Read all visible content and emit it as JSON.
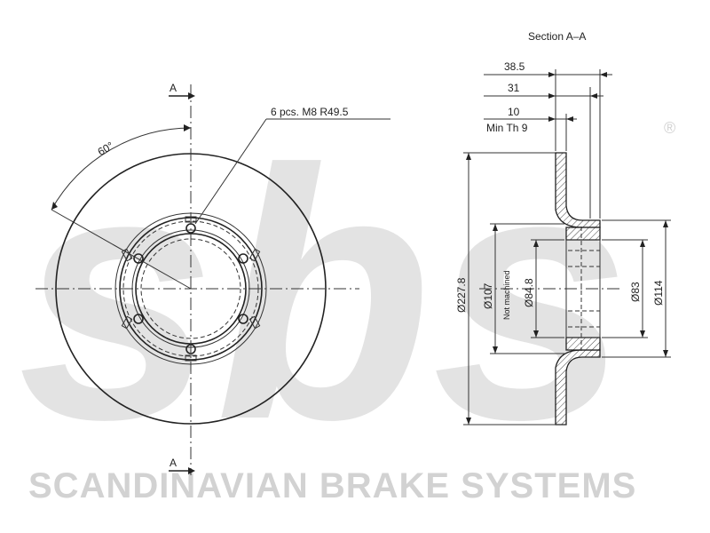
{
  "watermark": {
    "logo": "sbs",
    "registered": "®",
    "brand": "SCANDINAVIAN BRAKE SYSTEMS"
  },
  "front_view": {
    "section_mark_top": "A",
    "section_mark_bottom": "A",
    "angle": "60°",
    "holes_note": "6 pcs. M8 R49.5"
  },
  "section_view": {
    "title": "Section A–A",
    "dim_total_width": "38.5",
    "dim_hat_depth": "31",
    "dim_thickness": "10",
    "dim_min_thickness": "Min Th 9",
    "dim_outer_diameter": "Ø227.8",
    "dim_inner_diameter": "Ø107",
    "note_not_machined": "Not machined",
    "dim_bore_diameter": "Ø84.8",
    "dim_hub_diameter": "Ø83",
    "dim_hat_diameter": "Ø114"
  }
}
